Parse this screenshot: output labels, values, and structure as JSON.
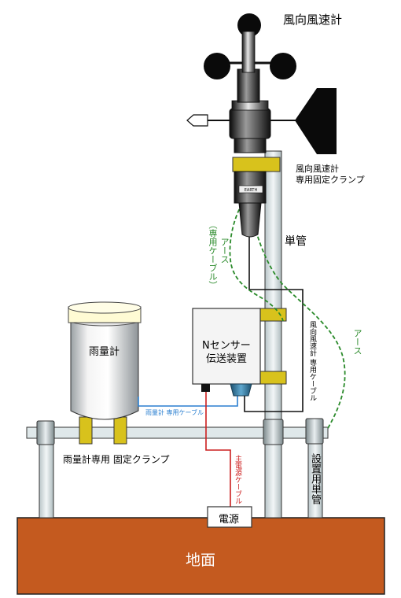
{
  "labels": {
    "anemometer": "風向風速計",
    "anemometer_clamp_1": "風向風速計",
    "anemometer_clamp_2": "専用固定クランプ",
    "single_pipe": "単管",
    "ground_earth_cable_1": "アース",
    "ground_earth_cable_2": "（専用ケーブル）",
    "earth_right": "アース",
    "transmitter_1": "Nセンサー",
    "transmitter_2": "伝送装置",
    "anemometer_cable": "風向風速計 専用ケーブル",
    "rain_gauge": "雨量計",
    "rain_gauge_cable": "雨量計  専用ケーブル",
    "rain_gauge_clamp": "雨量計専用 固定クランプ",
    "power_cable": "主電源ケーブル",
    "install_pipe": "設置用単管",
    "power": "電源",
    "ground": "地面",
    "sensor_tag": "EARTH"
  },
  "colors": {
    "pipe_fill": "#dfe8ea",
    "ground_fill": "#c45a1f",
    "clamp_yellow": "#d8c21c",
    "earth_green": "#2a8a2a",
    "cable_blue": "#2a7fd0",
    "power_red": "#cc1f1f"
  }
}
